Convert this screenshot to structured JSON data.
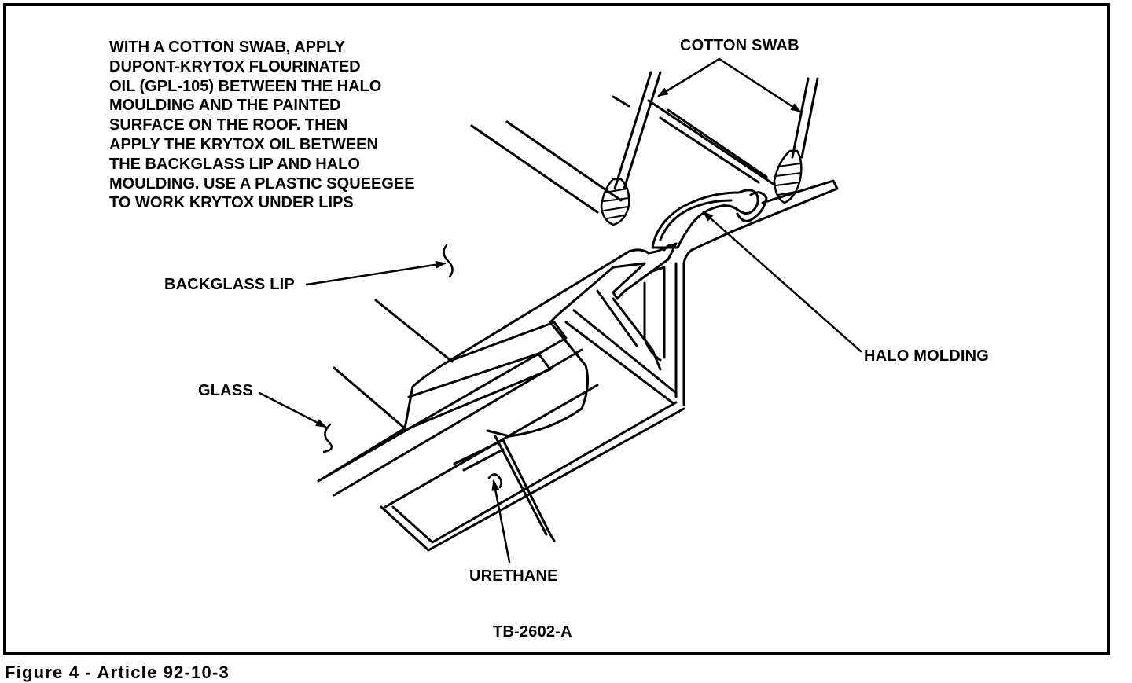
{
  "instructions": [
    "WITH A COTTON SWAB, APPLY",
    "DUPONT-KRYTOX FLOURINATED",
    "OIL (GPL-105) BETWEEN THE HALO",
    "MOULDING AND THE PAINTED",
    "SURFACE ON THE ROOF. THEN",
    "APPLY THE KRYTOX OIL BETWEEN",
    "THE BACKGLASS LIP AND HALO",
    "MOULDING. USE A PLASTIC SQUEEGEE",
    "TO WORK KRYTOX UNDER LIPS"
  ],
  "labels": {
    "cotton_swab": "COTTON SWAB",
    "backglass_lip": "BACKGLASS LIP",
    "halo_molding": "HALO MOLDING",
    "glass": "GLASS",
    "urethane": "URETHANE"
  },
  "drawing_code": "TB-2602-A",
  "caption": "Figure 4 - Article 92-10-3"
}
